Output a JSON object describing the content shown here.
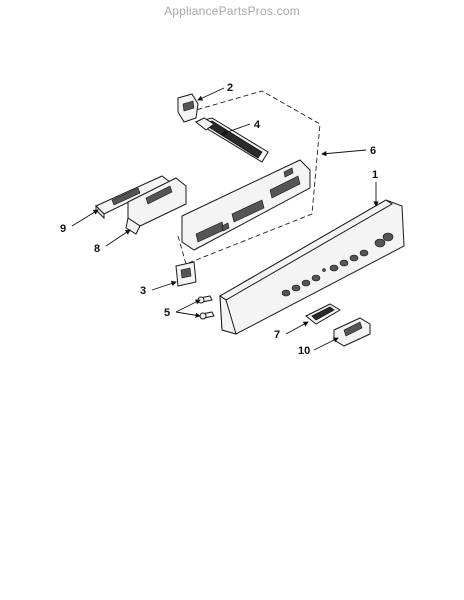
{
  "watermark": "AppliancePartsPros.com",
  "callouts": [
    {
      "id": "1",
      "label": "1"
    },
    {
      "id": "2",
      "label": "2"
    },
    {
      "id": "3",
      "label": "3"
    },
    {
      "id": "4",
      "label": "4"
    },
    {
      "id": "5",
      "label": "5"
    },
    {
      "id": "6",
      "label": "6"
    },
    {
      "id": "7",
      "label": "7"
    },
    {
      "id": "8",
      "label": "8"
    },
    {
      "id": "9",
      "label": "9"
    },
    {
      "id": "10",
      "label": "10"
    }
  ]
}
